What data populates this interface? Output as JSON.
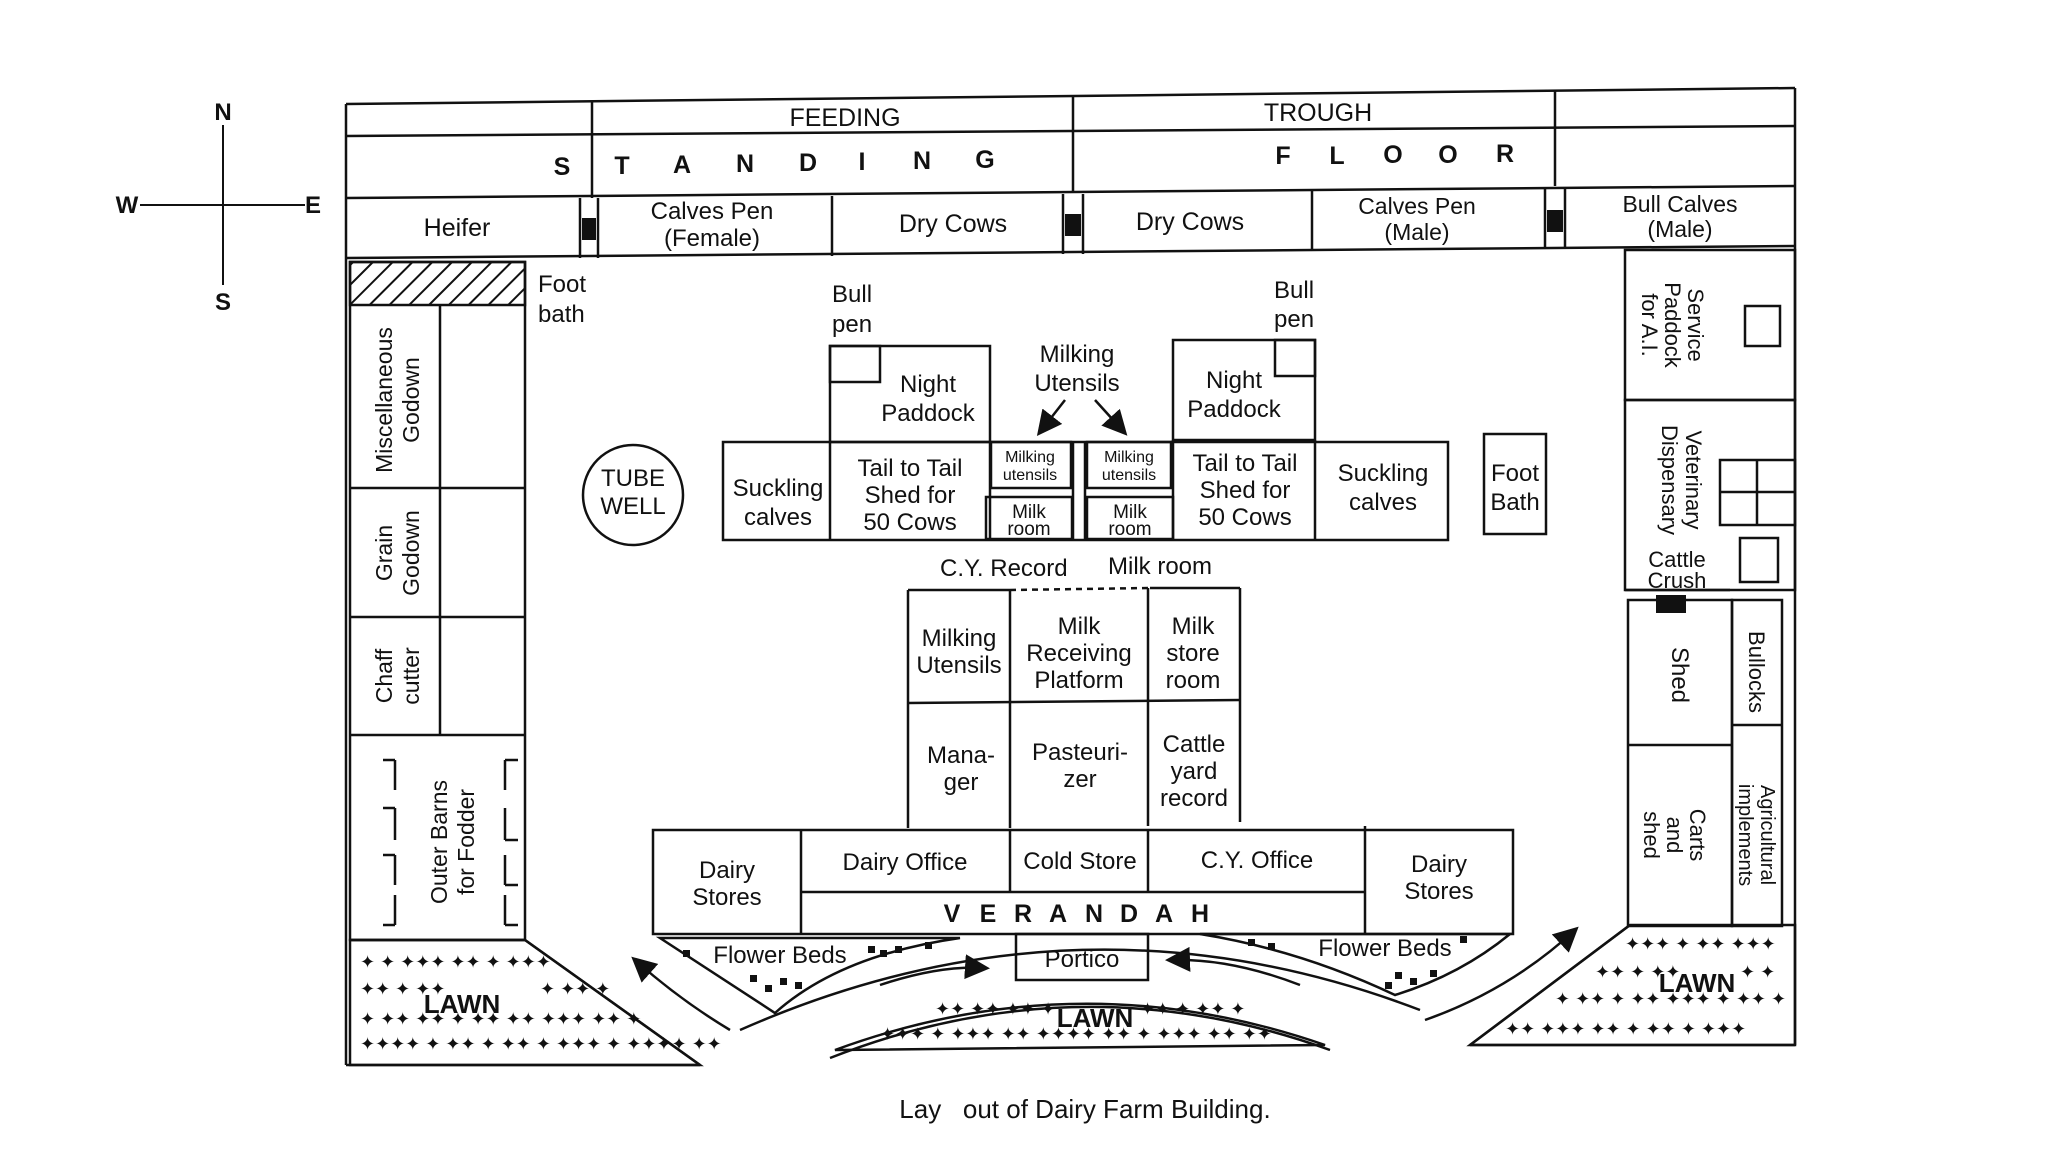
{
  "compass": {
    "north": "N",
    "south": "S",
    "east": "E",
    "west": "W"
  },
  "top": {
    "feeding": "FEEDING",
    "trough": "TROUGH",
    "standing_letters": [
      "S",
      "T",
      "A",
      "N",
      "D",
      "I",
      "N",
      "G"
    ],
    "floor_letters": [
      "F",
      "L",
      "O",
      "O",
      "R"
    ]
  },
  "pens": {
    "heifer": "Heifer",
    "calves_female": [
      "Calves  Pen",
      "(Female)"
    ],
    "dry_cows_left": "Dry  Cows",
    "dry_cows_right": "Dry  Cows",
    "calves_male": [
      "Calves  Pen",
      "(Male)"
    ],
    "bull_calves": [
      "Bull  Calves",
      "(Male)"
    ]
  },
  "left_column": {
    "foot_bath": [
      "Foot",
      "bath"
    ],
    "misc_godown": [
      "Miscellaneous",
      "Godown"
    ],
    "grain_godown": [
      "Grain",
      "Godown"
    ],
    "chaff_cutter": [
      "Chaff",
      "cutter"
    ],
    "outer_barns": [
      "Outer Barns",
      "for Fodder"
    ]
  },
  "center": {
    "tube_well": [
      "TUBE",
      "WELL"
    ],
    "bull_pen_left": [
      "Bull",
      "pen"
    ],
    "bull_pen_right": [
      "Bull",
      "pen"
    ],
    "night_paddock_left": [
      "Night",
      "Paddock"
    ],
    "night_paddock_right": [
      "Night",
      "Paddock"
    ],
    "milking_utensils_callout": [
      "Milking",
      "Utensils"
    ],
    "suckling_left": [
      "Suckling",
      "calves"
    ],
    "suckling_right": [
      "Suckling",
      "calves"
    ],
    "tail_shed_left": [
      "Tail  to  Tail",
      "Shed  for",
      "50  Cows"
    ],
    "tail_shed_right": [
      "Tail  to  Tail",
      "Shed  for",
      "50  Cows"
    ],
    "small_milking_left": [
      "Milking",
      "utensils"
    ],
    "small_milking_right": [
      "Milking",
      "utensils"
    ],
    "milk_room_left": [
      "Milk",
      "room"
    ],
    "milk_room_right": [
      "Milk",
      "room"
    ],
    "foot_bath_right": [
      "Foot",
      "Bath"
    ],
    "cy_record": "C.Y. Record",
    "milk_room_label": "Milk room",
    "milking_utensils_block": [
      "Milking",
      "Utensils"
    ],
    "milk_receiving": [
      "Milk",
      "Receiving",
      "Platform"
    ],
    "milk_store_room": [
      "Milk",
      "store",
      "room"
    ],
    "manager": [
      "Mana-",
      "ger"
    ],
    "pasteurizer": [
      "Pasteuri-",
      "zer"
    ],
    "cattle_yard_record": [
      "Cattle",
      "yard",
      "record"
    ],
    "dairy_stores_left": [
      "Dairy",
      "Stores"
    ],
    "dairy_office": "Dairy Office",
    "cold_store": "Cold Store",
    "cy_office": "C.Y. Office",
    "dairy_stores_right": [
      "Dairy",
      "Stores"
    ],
    "verandah_letters": [
      "V",
      "E",
      "R",
      "A",
      "N",
      "D",
      "A",
      "H"
    ],
    "portico": "Portico",
    "flower_beds_left": "Flower Beds",
    "flower_beds_right": "Flower Beds"
  },
  "right_column": {
    "service_paddock": [
      "Service",
      "Paddock",
      "for A.I."
    ],
    "veterinary": [
      "Veterinary",
      "Dispensary"
    ],
    "cattle_crush": [
      "Cattle",
      "Crush"
    ],
    "shed": "Shed",
    "bullocks": "Bullocks",
    "carts_shed": [
      "Carts",
      "and",
      "shed"
    ],
    "agri_implements": [
      "Agricultural",
      "implements"
    ]
  },
  "lawns": {
    "left": "LAWN",
    "center": "LAWN",
    "right": "LAWN"
  },
  "caption": "Lay   out of Dairy Farm Building."
}
